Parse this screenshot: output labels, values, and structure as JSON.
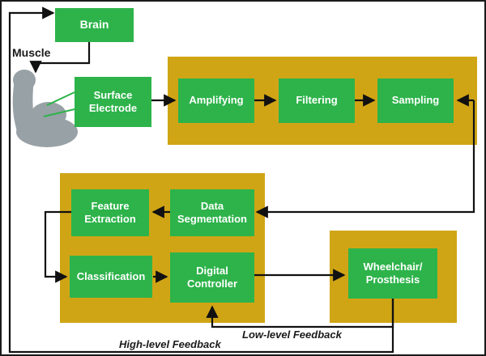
{
  "colors": {
    "node_green": "#2db34a",
    "panel_gold": "#d0a515",
    "arrow_black": "#111111",
    "arm_gray": "#98a1a6",
    "text_white": "#ffffff",
    "text_black": "#1a1a1a"
  },
  "nodes": {
    "brain": {
      "label": "Brain"
    },
    "surface_electrode": {
      "label": "Surface Electrode"
    },
    "amplifying": {
      "label": "Amplifying"
    },
    "filtering": {
      "label": "Filtering"
    },
    "sampling": {
      "label": "Sampling"
    },
    "feature_extraction": {
      "label": "Feature Extraction"
    },
    "data_segmentation": {
      "label": "Data Segmentation"
    },
    "classification": {
      "label": "Classification"
    },
    "digital_controller": {
      "label": "Digital Controller"
    },
    "wheelchair_prosthesis": {
      "line1": "Wheelchair/",
      "line2": "Prosthesis"
    }
  },
  "annotations": {
    "muscle": "Muscle",
    "low_level_feedback": "Low-level Feedback",
    "high_level_feedback": "High-level Feedback"
  },
  "edges": [
    {
      "from": "brain",
      "to": "muscle"
    },
    {
      "from": "muscle",
      "to": "surface_electrode"
    },
    {
      "from": "surface_electrode",
      "to": "amplifying"
    },
    {
      "from": "amplifying",
      "to": "filtering"
    },
    {
      "from": "filtering",
      "to": "sampling"
    },
    {
      "from": "sampling",
      "to": "data_segmentation"
    },
    {
      "from": "data_segmentation",
      "to": "feature_extraction"
    },
    {
      "from": "feature_extraction",
      "to": "classification"
    },
    {
      "from": "classification",
      "to": "digital_controller"
    },
    {
      "from": "digital_controller",
      "to": "wheelchair_prosthesis"
    },
    {
      "from": "wheelchair_prosthesis",
      "to": "digital_controller",
      "label": "Low-level Feedback"
    },
    {
      "from": "wheelchair_prosthesis",
      "to": "brain",
      "label": "High-level Feedback"
    }
  ]
}
